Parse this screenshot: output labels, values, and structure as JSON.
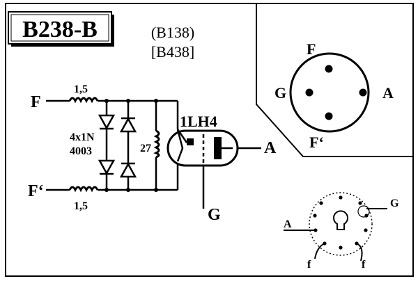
{
  "title": {
    "main": "B238-B",
    "alt1": "(B138)",
    "alt2": "[B438]"
  },
  "schematic": {
    "pin_f_top": "F",
    "pin_f_bottom": "F‘",
    "res_top": "1,5",
    "res_bottom": "1,5",
    "diode_label_1": "4x1N",
    "diode_label_2": "4003",
    "res_mid": "27",
    "tube_label": "1LH4",
    "pin_a": "A",
    "pin_g": "G"
  },
  "socket_top": {
    "pin_f": "F",
    "pin_g": "G",
    "pin_a": "A",
    "pin_f2": "F‘"
  },
  "socket_bottom": {
    "pin_a": "A",
    "pin_g": "G",
    "pin_f_left": "f",
    "pin_f_right": "f"
  },
  "colors": {
    "ink": "#000000",
    "paper": "#ffffff"
  }
}
